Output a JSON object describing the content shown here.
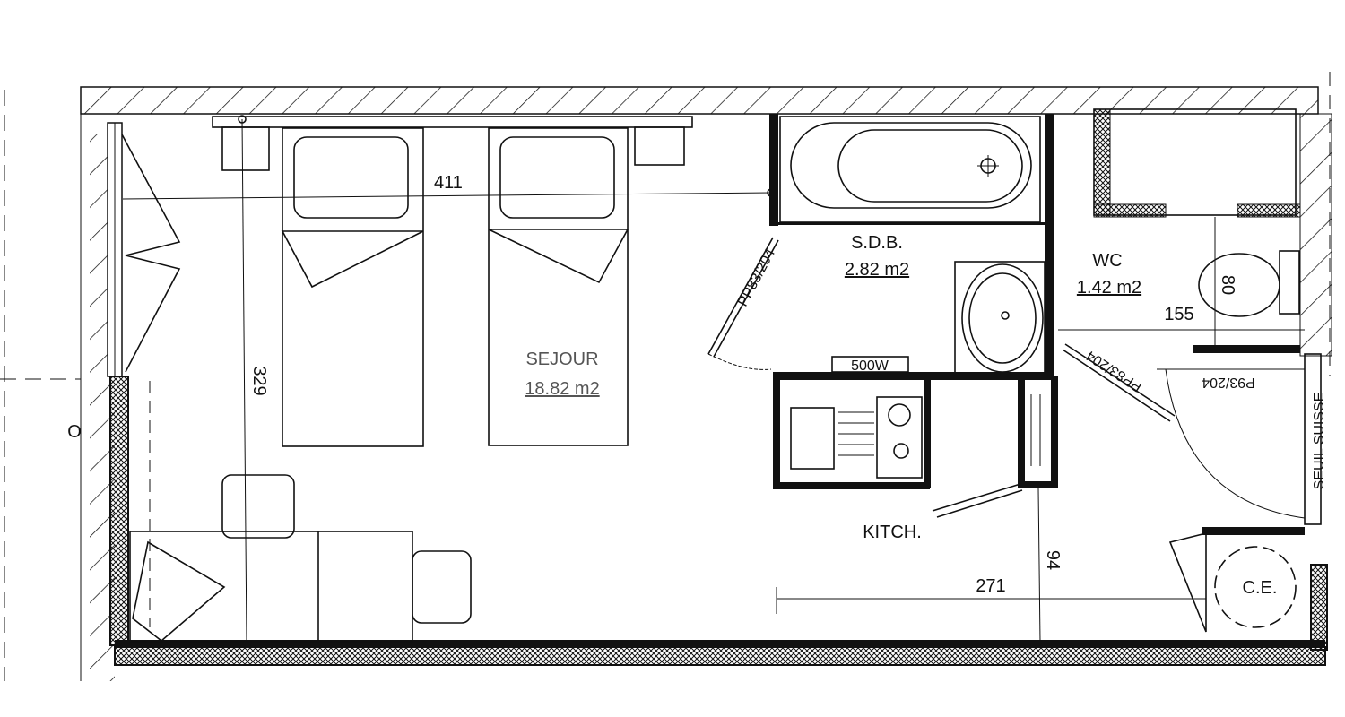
{
  "plan": {
    "rooms": {
      "sejour": {
        "name": "SEJOUR",
        "area": "18.82 m2"
      },
      "sdb": {
        "name": "S.D.B.",
        "area": "2.82 m2"
      },
      "wc": {
        "name": "WC",
        "area": "1.42 m2"
      },
      "kitchen": {
        "name": "KITCH."
      },
      "ce": {
        "name": "C.E."
      }
    },
    "dimensions": {
      "sejour_width": "411",
      "sejour_depth": "329",
      "wc_width": "155",
      "wc_toilet": "80",
      "kitchen_width": "271",
      "kitchen_depth": "94"
    },
    "doors": {
      "sdb_door": "PP83/204",
      "wc_door": "PP83/204",
      "entry_door": "P93/204"
    },
    "annotations": {
      "heater": "500W",
      "threshold": "SEUIL SUISSE",
      "outside_marker": "O"
    }
  }
}
